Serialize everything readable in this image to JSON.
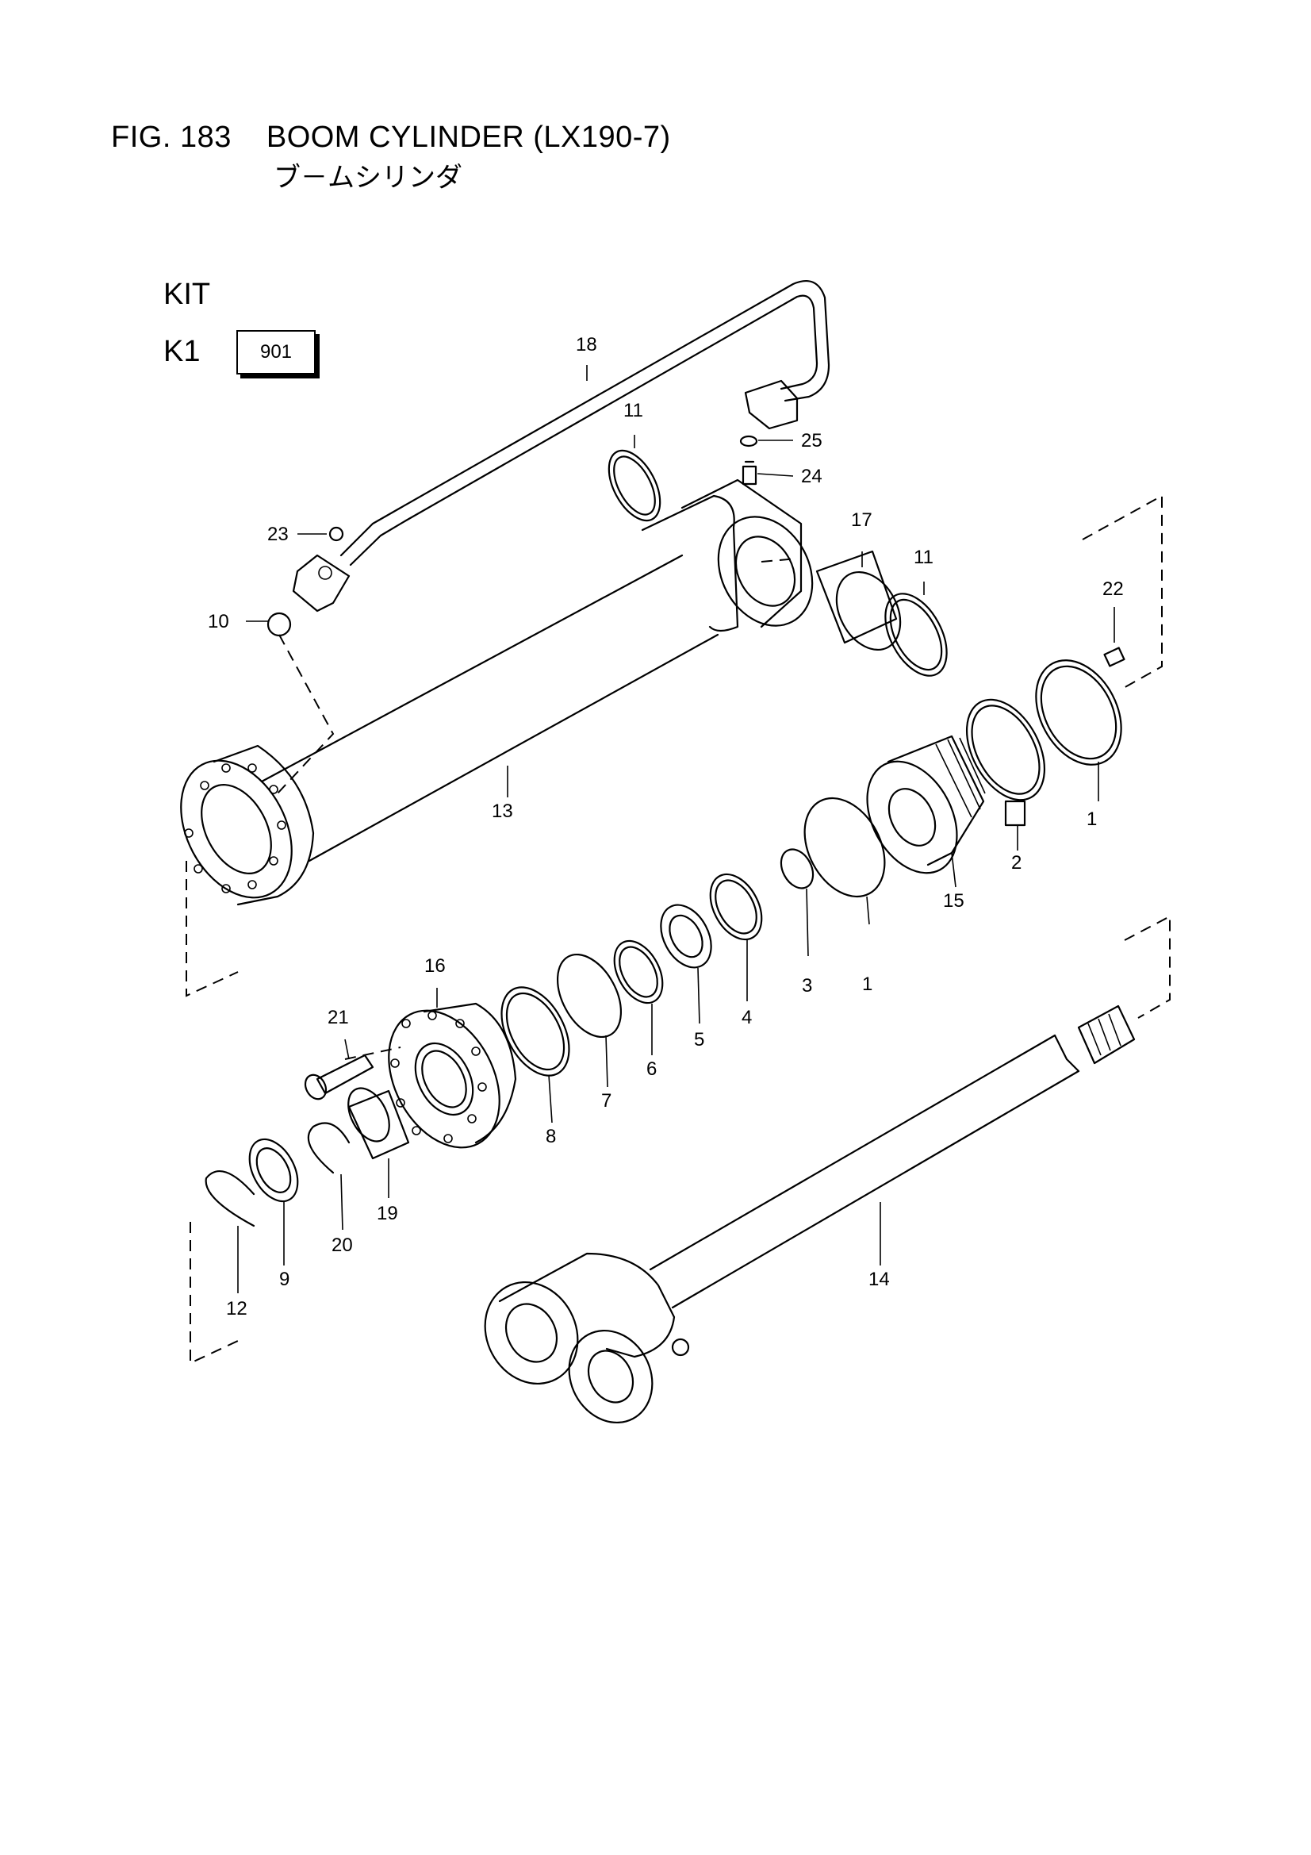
{
  "figure": {
    "number": "FIG. 183",
    "title": "BOOM CYLINDER (LX190-7)",
    "subtitle": "ブ－ムシリンダ"
  },
  "kit": {
    "heading": "KIT",
    "k1_label": "K1",
    "k1_ref": "901"
  },
  "callouts": {
    "c1a": "1",
    "c1b": "1",
    "c2": "2",
    "c3": "3",
    "c4": "4",
    "c5": "5",
    "c6": "6",
    "c7": "7",
    "c8": "8",
    "c9": "9",
    "c10": "10",
    "c11a": "11",
    "c11b": "11",
    "c12": "12",
    "c13": "13",
    "c14": "14",
    "c15": "15",
    "c16": "16",
    "c17": "17",
    "c18": "18",
    "c19": "19",
    "c20": "20",
    "c21": "21",
    "c22": "22",
    "c23": "23",
    "c24": "24",
    "c25": "25"
  }
}
